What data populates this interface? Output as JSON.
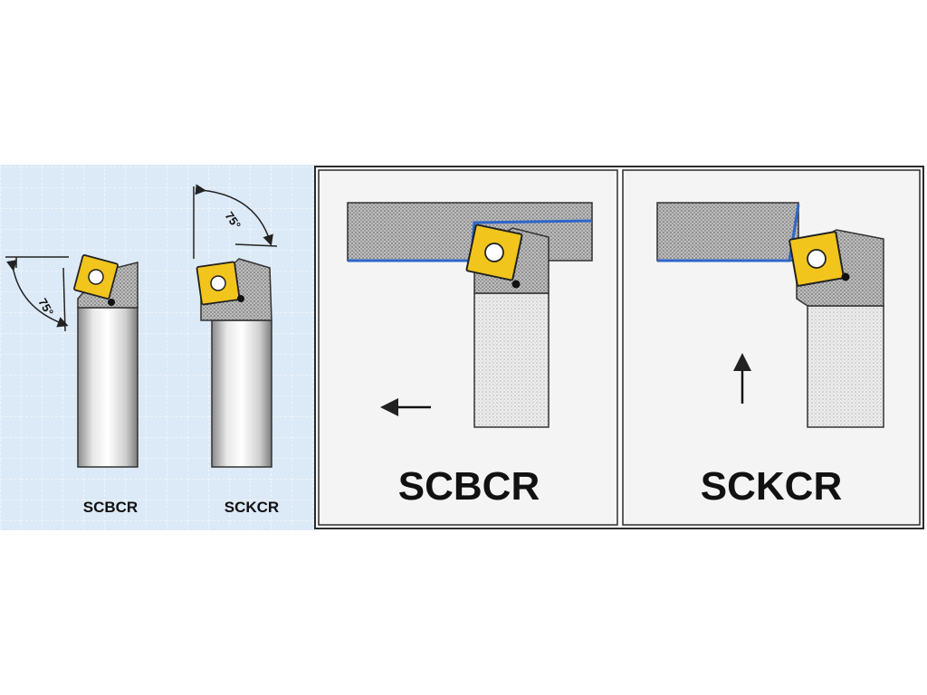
{
  "left_panel": {
    "tool_1": {
      "code": "SCBCR",
      "angle": "75°"
    },
    "tool_2": {
      "code": "SCKCR",
      "angle": "75°"
    }
  },
  "right_panel": {
    "box_1": {
      "code": "SCBCR",
      "feed_direction": "left"
    },
    "box_2": {
      "code": "SCKCR",
      "feed_direction": "up"
    }
  },
  "colors": {
    "grid_background": "#dce9f6",
    "grid_lines": "#ffffff",
    "insert_yellow": "#f2c51d",
    "machined_edge_blue": "#2e66c8",
    "workpiece_gray": "#9c9c9c",
    "holder_light": "#ececec"
  },
  "icons": [
    "arrow-left-icon",
    "arrow-up-icon"
  ]
}
